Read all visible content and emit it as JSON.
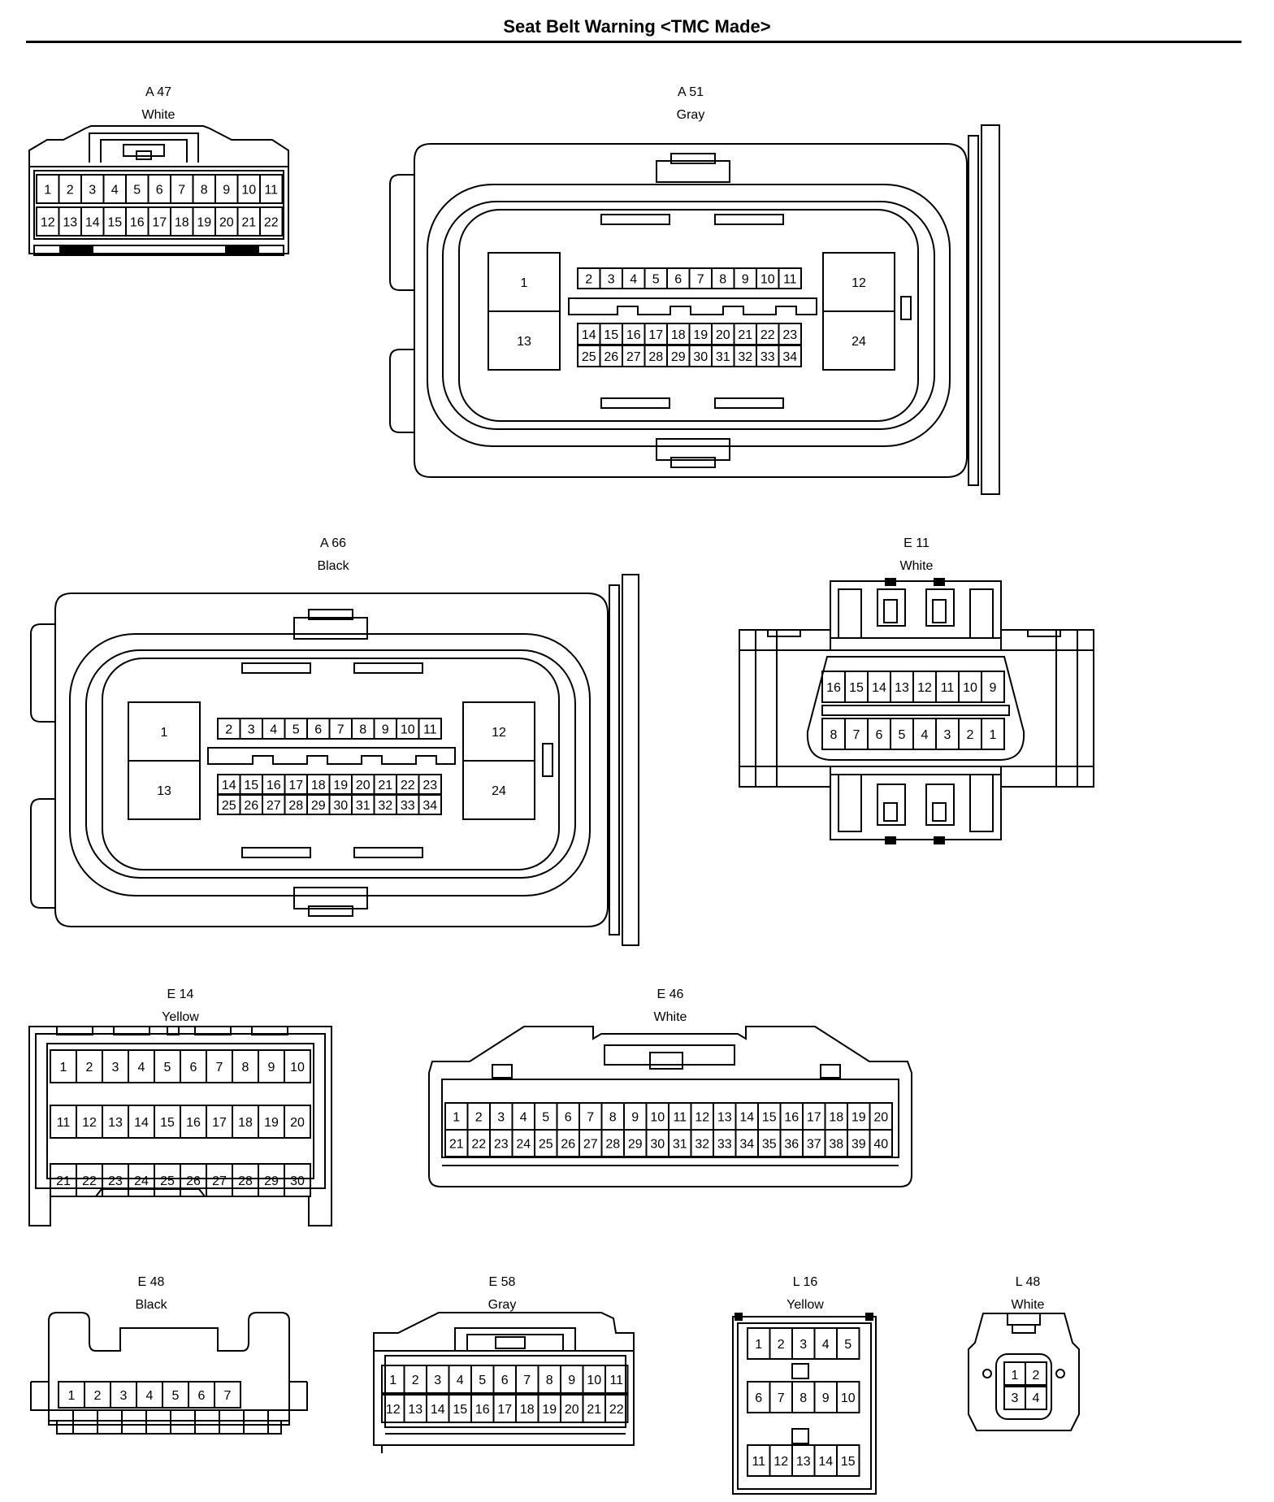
{
  "title": "Seat Belt Warning <TMC Made>",
  "connectors": [
    {
      "id": "A 47",
      "color": "White"
    },
    {
      "id": "A 51",
      "color": "Gray"
    },
    {
      "id": "A 66",
      "color": "Black"
    },
    {
      "id": "E 11",
      "color": "White"
    },
    {
      "id": "E 14",
      "color": "Yellow"
    },
    {
      "id": "E 46",
      "color": "White"
    },
    {
      "id": "E 48",
      "color": "Black"
    },
    {
      "id": "E 58",
      "color": "Gray"
    },
    {
      "id": "L 16",
      "color": "Yellow"
    },
    {
      "id": "L 48",
      "color": "White"
    }
  ],
  "pins": {
    "a47_r1": [
      "1",
      "2",
      "3",
      "4",
      "5",
      "6",
      "7",
      "8",
      "9",
      "10",
      "11"
    ],
    "a47_r2": [
      "12",
      "13",
      "14",
      "15",
      "16",
      "17",
      "18",
      "19",
      "20",
      "21",
      "22"
    ],
    "big_top": [
      "2",
      "3",
      "4",
      "5",
      "6",
      "7",
      "8",
      "9",
      "10",
      "11"
    ],
    "big_mid": [
      "14",
      "15",
      "16",
      "17",
      "18",
      "19",
      "20",
      "21",
      "22",
      "23"
    ],
    "big_bot": [
      "25",
      "26",
      "27",
      "28",
      "29",
      "30",
      "31",
      "32",
      "33",
      "34"
    ],
    "big_side": [
      "1",
      "13",
      "12",
      "24"
    ],
    "e11_r1": [
      "16",
      "15",
      "14",
      "13",
      "12",
      "11",
      "10",
      "9"
    ],
    "e11_r2": [
      "8",
      "7",
      "6",
      "5",
      "4",
      "3",
      "2",
      "1"
    ],
    "e14_r1": [
      "1",
      "2",
      "3",
      "4",
      "5",
      "6",
      "7",
      "8",
      "9",
      "10"
    ],
    "e14_r2": [
      "11",
      "12",
      "13",
      "14",
      "15",
      "16",
      "17",
      "18",
      "19",
      "20"
    ],
    "e14_r3": [
      "21",
      "22",
      "23",
      "24",
      "25",
      "26",
      "27",
      "28",
      "29",
      "30"
    ],
    "e46_r1": [
      "1",
      "2",
      "3",
      "4",
      "5",
      "6",
      "7",
      "8",
      "9",
      "10",
      "11",
      "12",
      "13",
      "14",
      "15",
      "16",
      "17",
      "18",
      "19",
      "20"
    ],
    "e46_r2": [
      "21",
      "22",
      "23",
      "24",
      "25",
      "26",
      "27",
      "28",
      "29",
      "30",
      "31",
      "32",
      "33",
      "34",
      "35",
      "36",
      "37",
      "38",
      "39",
      "40"
    ],
    "e48_r1": [
      "1",
      "2",
      "3",
      "4",
      "5",
      "6",
      "7"
    ],
    "e58_r1": [
      "1",
      "2",
      "3",
      "4",
      "5",
      "6",
      "7",
      "8",
      "9",
      "10",
      "11"
    ],
    "e58_r2": [
      "12",
      "13",
      "14",
      "15",
      "16",
      "17",
      "18",
      "19",
      "20",
      "21",
      "22"
    ],
    "l16_r1": [
      "1",
      "2",
      "3",
      "4",
      "5"
    ],
    "l16_r2": [
      "6",
      "7",
      "8",
      "9",
      "10"
    ],
    "l16_r3": [
      "11",
      "12",
      "13",
      "14",
      "15"
    ],
    "l48_r1": [
      "1",
      "2"
    ],
    "l48_r2": [
      "3",
      "4"
    ]
  }
}
